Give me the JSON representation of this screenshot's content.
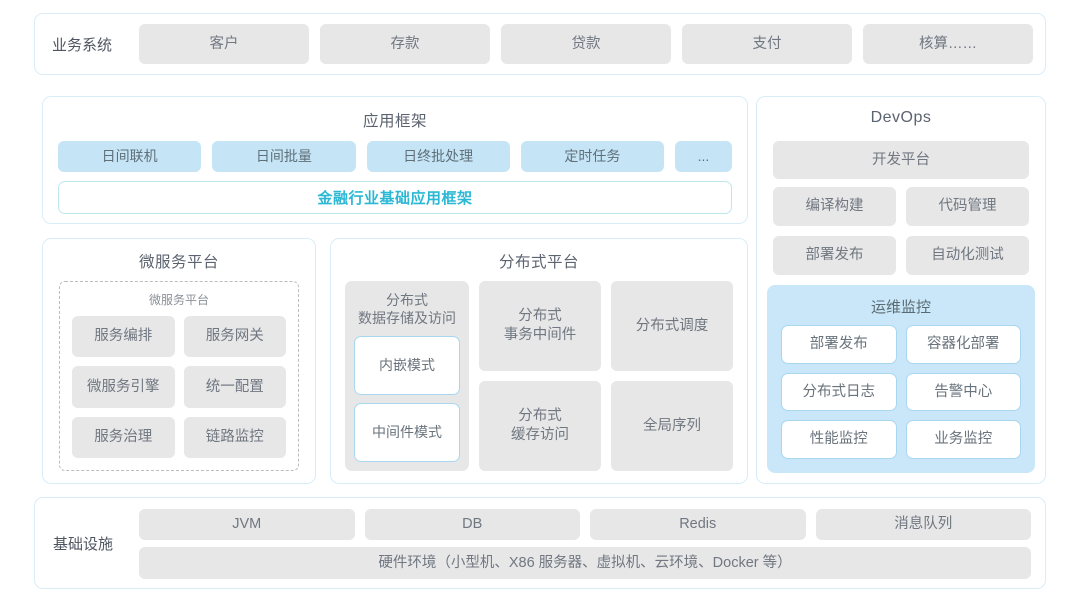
{
  "business_row": {
    "label": "业务系统",
    "items": [
      "客户",
      "存款",
      "贷款",
      "支付",
      "核算……"
    ]
  },
  "app_framework": {
    "title": "应用框架",
    "chips": [
      "日间联机",
      "日间批量",
      "日终批处理",
      "定时任务"
    ],
    "more_chip": "...",
    "banner": "金融行业基础应用框架"
  },
  "devops": {
    "title": "DevOps",
    "platform": "开发平台",
    "items": [
      "编译构建",
      "代码管理",
      "部署发布",
      "自动化测试"
    ],
    "ops_monitor": {
      "title": "运维监控",
      "items": [
        "部署发布",
        "容器化部署",
        "分布式日志",
        "告警中心",
        "性能监控",
        "业务监控"
      ]
    }
  },
  "microservice": {
    "title": "微服务平台",
    "inner_title": "微服务平台",
    "items": [
      "服务编排",
      "服务网关",
      "微服务引擎",
      "统一配置",
      "服务治理",
      "链路监控"
    ]
  },
  "distributed": {
    "title": "分布式平台",
    "storage": {
      "label": "分布式\n数据存储及访问",
      "modes": [
        "内嵌模式",
        "中间件模式"
      ]
    },
    "items": [
      "分布式\n事务中间件",
      "分布式调度",
      "分布式\n缓存访问",
      "全局序列"
    ]
  },
  "infrastructure": {
    "label": "基础设施",
    "items": [
      "JVM",
      "DB",
      "Redis",
      "消息队列"
    ],
    "hardware": "硬件环境（小型机、X86 服务器、虚拟机、云环境、Docker 等）"
  },
  "colors": {
    "card_border": "#d9edf7",
    "chip_gray": "#e7e7e8",
    "chip_blue": "#c5e5f7",
    "accent_cyan": "#2bb8d4",
    "ops_panel_blue": "#c9e7f8"
  }
}
